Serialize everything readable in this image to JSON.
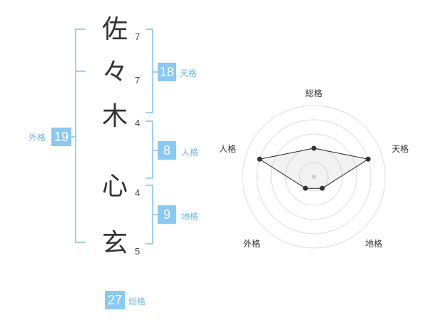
{
  "name_chars": [
    {
      "char": "佐",
      "strokes": "7"
    },
    {
      "char": "々",
      "strokes": "7"
    },
    {
      "char": "木",
      "strokes": "4"
    },
    {
      "char": "心",
      "strokes": "4"
    },
    {
      "char": "玄",
      "strokes": "5"
    }
  ],
  "fortune": {
    "tenkaku": {
      "value": "18",
      "label": "天格"
    },
    "jinkaku": {
      "value": "8",
      "label": "人格"
    },
    "chikaku": {
      "value": "9",
      "label": "地格"
    },
    "gaikaku": {
      "value": "19",
      "label": "外格"
    },
    "soukaku": {
      "value": "27",
      "label": "総格"
    }
  },
  "colors": {
    "accent": "#89c9f2",
    "bracket": "#7dc3ef",
    "text": "#333333"
  },
  "chart_data": {
    "type": "radar",
    "axes": [
      "総格",
      "天格",
      "地格",
      "外格",
      "人格"
    ],
    "values": [
      2,
      4,
      1,
      1,
      4
    ],
    "rlim": [
      0,
      5
    ],
    "grid_rings": 4
  }
}
